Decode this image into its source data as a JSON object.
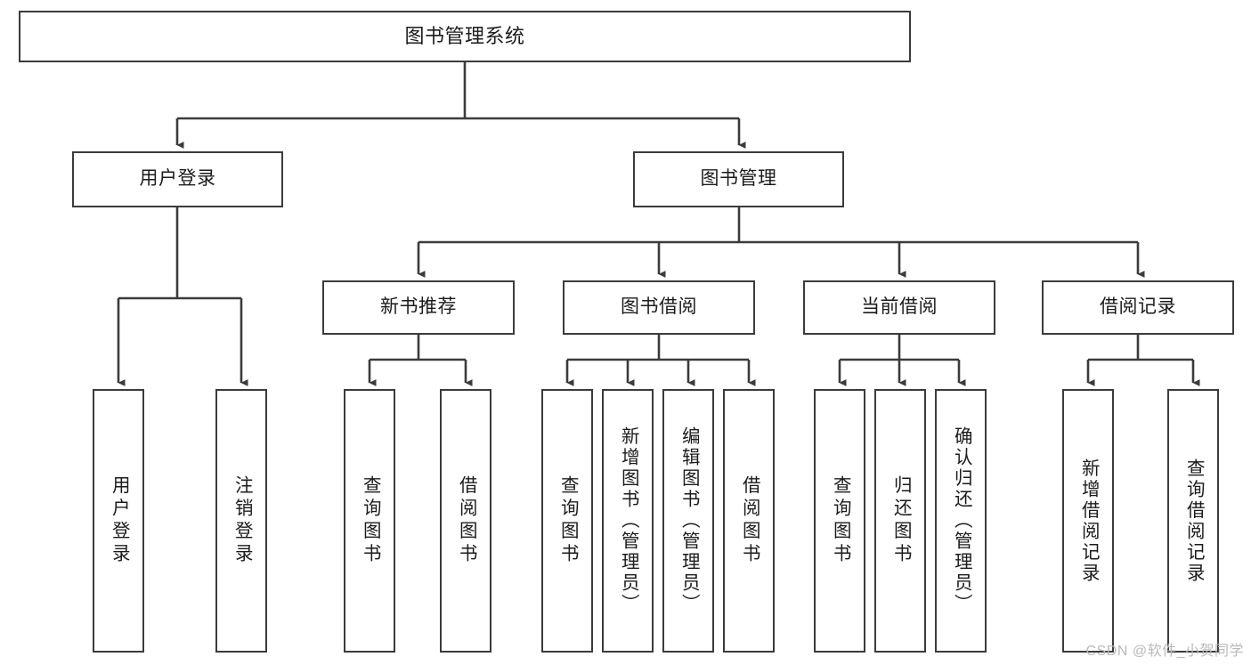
{
  "diagram": {
    "title": "图书管理系统",
    "type": "tree-hierarchy-diagram",
    "root": {
      "label": "图书管理系统"
    },
    "level2": [
      {
        "id": "user-login",
        "label": "用户登录"
      },
      {
        "id": "book-management",
        "label": "图书管理"
      }
    ],
    "level3": [
      {
        "id": "new-book-recommend",
        "label": "新书推荐",
        "parent": "book-management"
      },
      {
        "id": "book-borrow",
        "label": "图书借阅",
        "parent": "book-management"
      },
      {
        "id": "current-borrow",
        "label": "当前借阅",
        "parent": "book-management"
      },
      {
        "id": "borrow-record",
        "label": "借阅记录",
        "parent": "book-management"
      }
    ],
    "leaves": {
      "user-login": [
        {
          "id": "leaf-user-login",
          "label": "用户登录"
        },
        {
          "id": "leaf-user-logout",
          "label": "注销登录"
        }
      ],
      "new-book-recommend": [
        {
          "id": "leaf-query-book-1",
          "label": "查询图书"
        },
        {
          "id": "leaf-borrow-book-1",
          "label": "借阅图书"
        }
      ],
      "book-borrow": [
        {
          "id": "leaf-query-book-2",
          "label": "查询图书"
        },
        {
          "id": "leaf-add-book",
          "label": "新增图书（管理员）"
        },
        {
          "id": "leaf-edit-book",
          "label": "编辑图书（管理员）"
        },
        {
          "id": "leaf-borrow-book-2",
          "label": "借阅图书"
        }
      ],
      "current-borrow": [
        {
          "id": "leaf-query-book-3",
          "label": "查询图书"
        },
        {
          "id": "leaf-return-book",
          "label": "归还图书"
        },
        {
          "id": "leaf-confirm-return",
          "label": "确认归还（管理员）"
        }
      ],
      "borrow-record": [
        {
          "id": "leaf-add-record",
          "label": "新增借阅记录"
        },
        {
          "id": "leaf-query-record",
          "label": "查询借阅记录"
        }
      ]
    },
    "colors": {
      "stroke": "#3b3b3b",
      "fill": "#ffffff",
      "text": "#1b1b1b",
      "watermark": "#b9b9b9"
    }
  },
  "watermark": {
    "text": "CSDN @软件_小贺同学"
  }
}
